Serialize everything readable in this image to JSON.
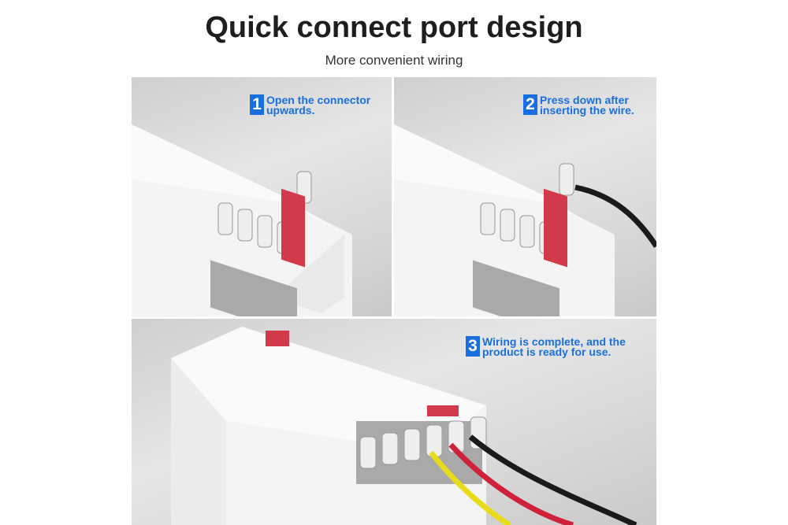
{
  "header": {
    "title": "Quick connect port design",
    "subtitle": "More convenient wiring"
  },
  "steps": [
    {
      "number": "1",
      "line1": "Open the connector",
      "line2": "upwards."
    },
    {
      "number": "2",
      "line1": "Press down after",
      "line2": "inserting the wire."
    },
    {
      "number": "3",
      "line1": "Wiring is complete, and the",
      "line2": "product is ready for use."
    }
  ],
  "colors": {
    "accent": "#1a6fe0",
    "wire_black": "#1a1a1a",
    "wire_red": "#d0213a",
    "wire_yellow": "#e8dc1a",
    "latch_red": "#d23a4a"
  }
}
